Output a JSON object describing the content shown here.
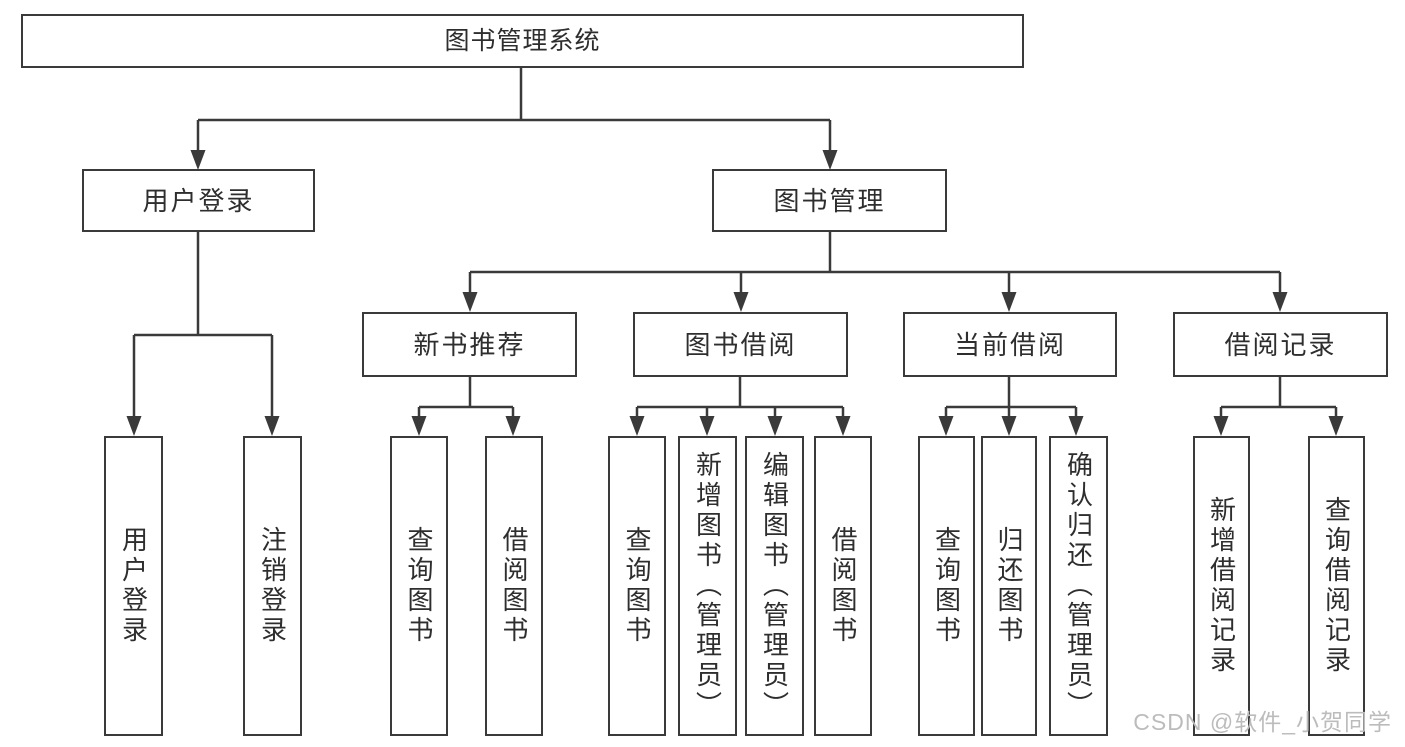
{
  "diagram": {
    "root": {
      "label": "图书管理系统",
      "children": [
        {
          "label": "用户登录",
          "children": [
            {
              "label": "用户登录"
            },
            {
              "label": "注销登录"
            }
          ]
        },
        {
          "label": "图书管理",
          "children": [
            {
              "label": "新书推荐",
              "children": [
                {
                  "label": "查询图书"
                },
                {
                  "label": "借阅图书"
                }
              ]
            },
            {
              "label": "图书借阅",
              "children": [
                {
                  "label": "查询图书"
                },
                {
                  "label": "新增图书（管理员）"
                },
                {
                  "label": "编辑图书（管理员）"
                },
                {
                  "label": "借阅图书"
                }
              ]
            },
            {
              "label": "当前借阅",
              "children": [
                {
                  "label": "查询图书"
                },
                {
                  "label": "归还图书"
                },
                {
                  "label": "确认归还（管理员）"
                }
              ]
            },
            {
              "label": "借阅记录",
              "children": [
                {
                  "label": "新增借阅记录"
                },
                {
                  "label": "查询借阅记录"
                }
              ]
            }
          ]
        }
      ]
    }
  },
  "watermark": {
    "text": "CSDN @软件_小贺同学"
  },
  "colors": {
    "line": "#3a3a3a",
    "text": "#2e2e2e",
    "watermark": "#bcbcbc",
    "background": "#ffffff"
  }
}
